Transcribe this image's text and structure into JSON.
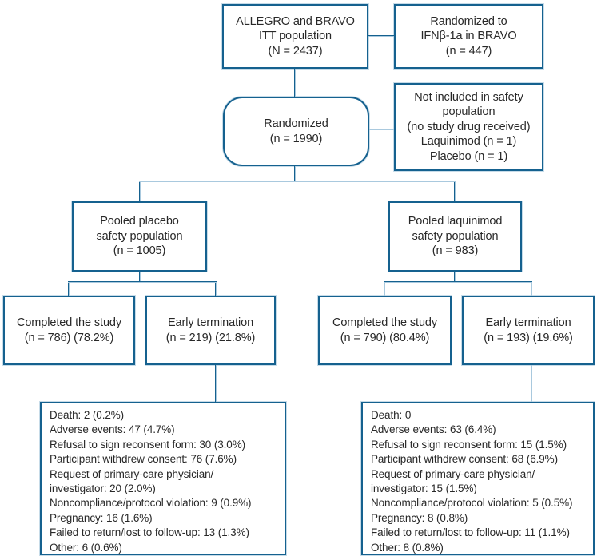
{
  "diagram": {
    "colors": {
      "box_border": "#15618f",
      "connector_dark": "#15618f",
      "connector_light": "#a9c9de",
      "text": "#282828",
      "background": "#ffffff"
    },
    "boxes": {
      "itt_population": {
        "lines": [
          "ALLEGRO and BRAVO",
          "ITT population",
          "(N = 2437)"
        ]
      },
      "randomized_ifn": {
        "lines": [
          "Randomized to",
          "IFNβ-1a in BRAVO",
          "(n = 447)"
        ]
      },
      "randomized": {
        "lines": [
          "Randomized",
          "(n = 1990)"
        ]
      },
      "not_included_safety": {
        "lines": [
          "Not included in safety",
          "population",
          "(no study drug received)",
          "Laquinimod (n = 1)",
          "Placebo (n = 1)"
        ]
      },
      "pooled_placebo": {
        "lines": [
          "Pooled placebo",
          "safety population",
          "(n = 1005)"
        ]
      },
      "pooled_laquinimod": {
        "lines": [
          "Pooled laquinimod",
          "safety population",
          "(n = 983)"
        ]
      },
      "placebo_completed": {
        "lines": [
          "Completed the study",
          "(n = 786) (78.2%)"
        ]
      },
      "placebo_early_termination": {
        "lines": [
          "Early termination",
          "(n = 219) (21.8%)"
        ]
      },
      "laquinimod_completed": {
        "lines": [
          "Completed the study",
          "(n = 790) (80.4%)"
        ]
      },
      "laquinimod_early_termination": {
        "lines": [
          "Early termination",
          "(n = 193) (19.6%)"
        ]
      },
      "placebo_termination_reasons": {
        "lines": [
          "Death: 2 (0.2%)",
          "Adverse events: 47 (4.7%)",
          "Refusal to sign reconsent form: 30 (3.0%)",
          "Participant withdrew consent: 76 (7.6%)",
          "Request of primary-care physician/",
          "investigator: 20 (2.0%)",
          "Noncompliance/protocol violation: 9 (0.9%)",
          "Pregnancy: 16 (1.6%)",
          "Failed to return/lost to follow-up: 13 (1.3%)",
          "Other: 6 (0.6%)"
        ]
      },
      "laquinimod_termination_reasons": {
        "lines": [
          "Death: 0",
          "Adverse events: 63 (6.4%)",
          "Refusal to sign reconsent form: 15 (1.5%)",
          "Participant withdrew consent: 68 (6.9%)",
          "Request of primary-care physician/",
          "investigator: 15 (1.5%)",
          "Noncompliance/protocol violation: 5 (0.5%)",
          "Pregnancy: 8 (0.8%)",
          "Failed to return/lost to follow-up: 11 (1.1%)",
          "Other: 8 (0.8%)"
        ]
      }
    }
  }
}
